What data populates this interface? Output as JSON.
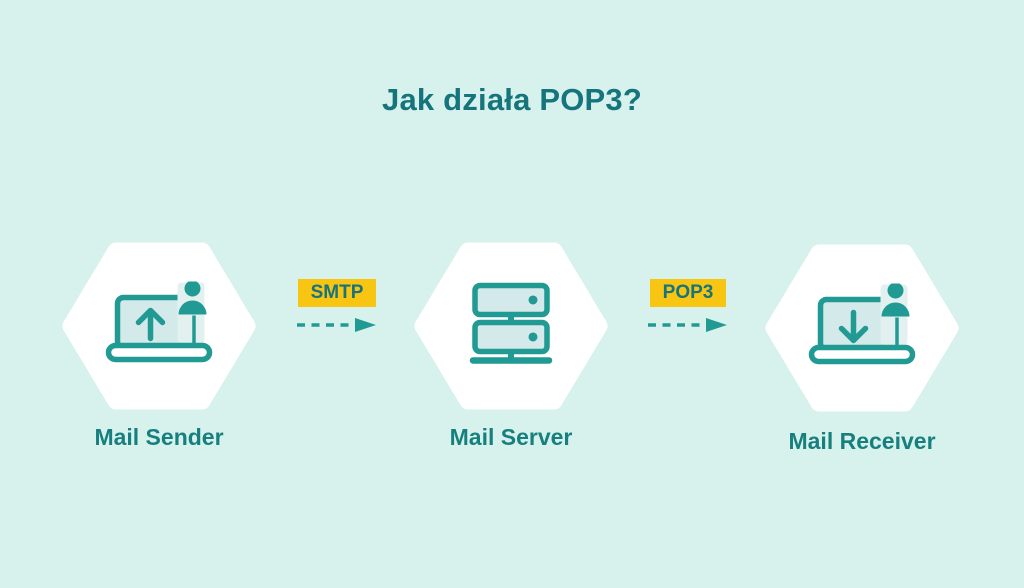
{
  "title": "Jak działa POP3?",
  "nodes": [
    {
      "label": "Mail Sender",
      "icon": "laptop-upload-icon"
    },
    {
      "label": "Mail Server",
      "icon": "server-stack-icon"
    },
    {
      "label": "Mail Receiver",
      "icon": "laptop-download-icon"
    }
  ],
  "connections": [
    {
      "label": "SMTP",
      "arrow": "dashed-arrow-right-icon"
    },
    {
      "label": "POP3",
      "arrow": "dashed-arrow-right-icon"
    }
  ],
  "colors": {
    "bg": "#d7f2ec",
    "stroke": "#219a93",
    "title_text": "#16747c",
    "label_text": "#17807f",
    "yellow": "#f8c513",
    "fill_light": "#d3e9ea",
    "fill_lighter": "#e2f1f0",
    "white": "#ffffff"
  }
}
